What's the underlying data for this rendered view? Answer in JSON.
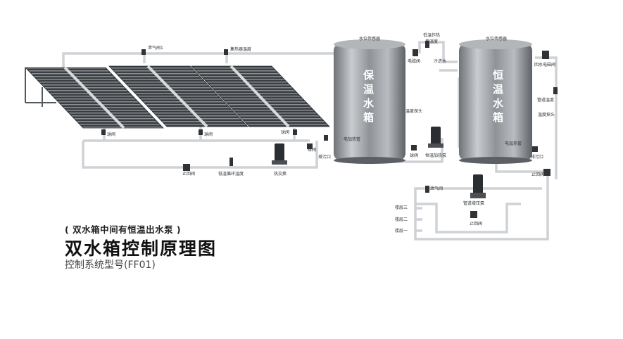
{
  "tank_left": {
    "name": [
      "保",
      "温",
      "水",
      "箱"
    ]
  },
  "tank_right": {
    "name": [
      "恒",
      "温",
      "水",
      "箱"
    ]
  },
  "labels": {
    "vent_1": "泄气阀1",
    "collector_temp": "集热器温度",
    "ball_valve_a": "球阀",
    "ball_valve_b": "球阀",
    "ball_valve_c": "球阀",
    "ball_valve_d": "球阀",
    "ball_valve_e": "球阀",
    "check_valve_1": "止回阀",
    "low_temp_circ": "低温循环温度",
    "heat_exchange": "热交换",
    "level_sensor_1": "水位传感器",
    "level_sensor_2": "水位传感器",
    "low_temp_reheat": "低温作热",
    "reheat_temp": "用温度",
    "solenoid_1": "电磁阀",
    "cold_in": "冷进水",
    "return_solenoid": "回水电磁阀",
    "pipe_temp": "管道温度",
    "temp_probe_1": "温度探头",
    "temp_probe_2": "温度探头",
    "heater_1": "电加热管",
    "heater_2": "电加热管",
    "drain_1": "排污口",
    "drain_2": "排污口",
    "const_temp_pump": "恒温加热泵",
    "check_valve_2": "止回阀",
    "vent_2": "泄气阀",
    "booster_pump": "管道增压泵",
    "check_valve_3": "止回阀",
    "floor_3": "楼层三",
    "floor_2": "楼层二",
    "floor_1": "楼层一"
  },
  "caption": {
    "subtitle": "( 双水箱中间有恒温出水泵 )",
    "title": "双水箱控制原理图",
    "model": "控制系统型号(FF01)"
  },
  "colors": {
    "pipe": "#cfd2d5",
    "tank": "#8e9296",
    "collector": "#3a3d40",
    "pump": "#2b2e31"
  }
}
